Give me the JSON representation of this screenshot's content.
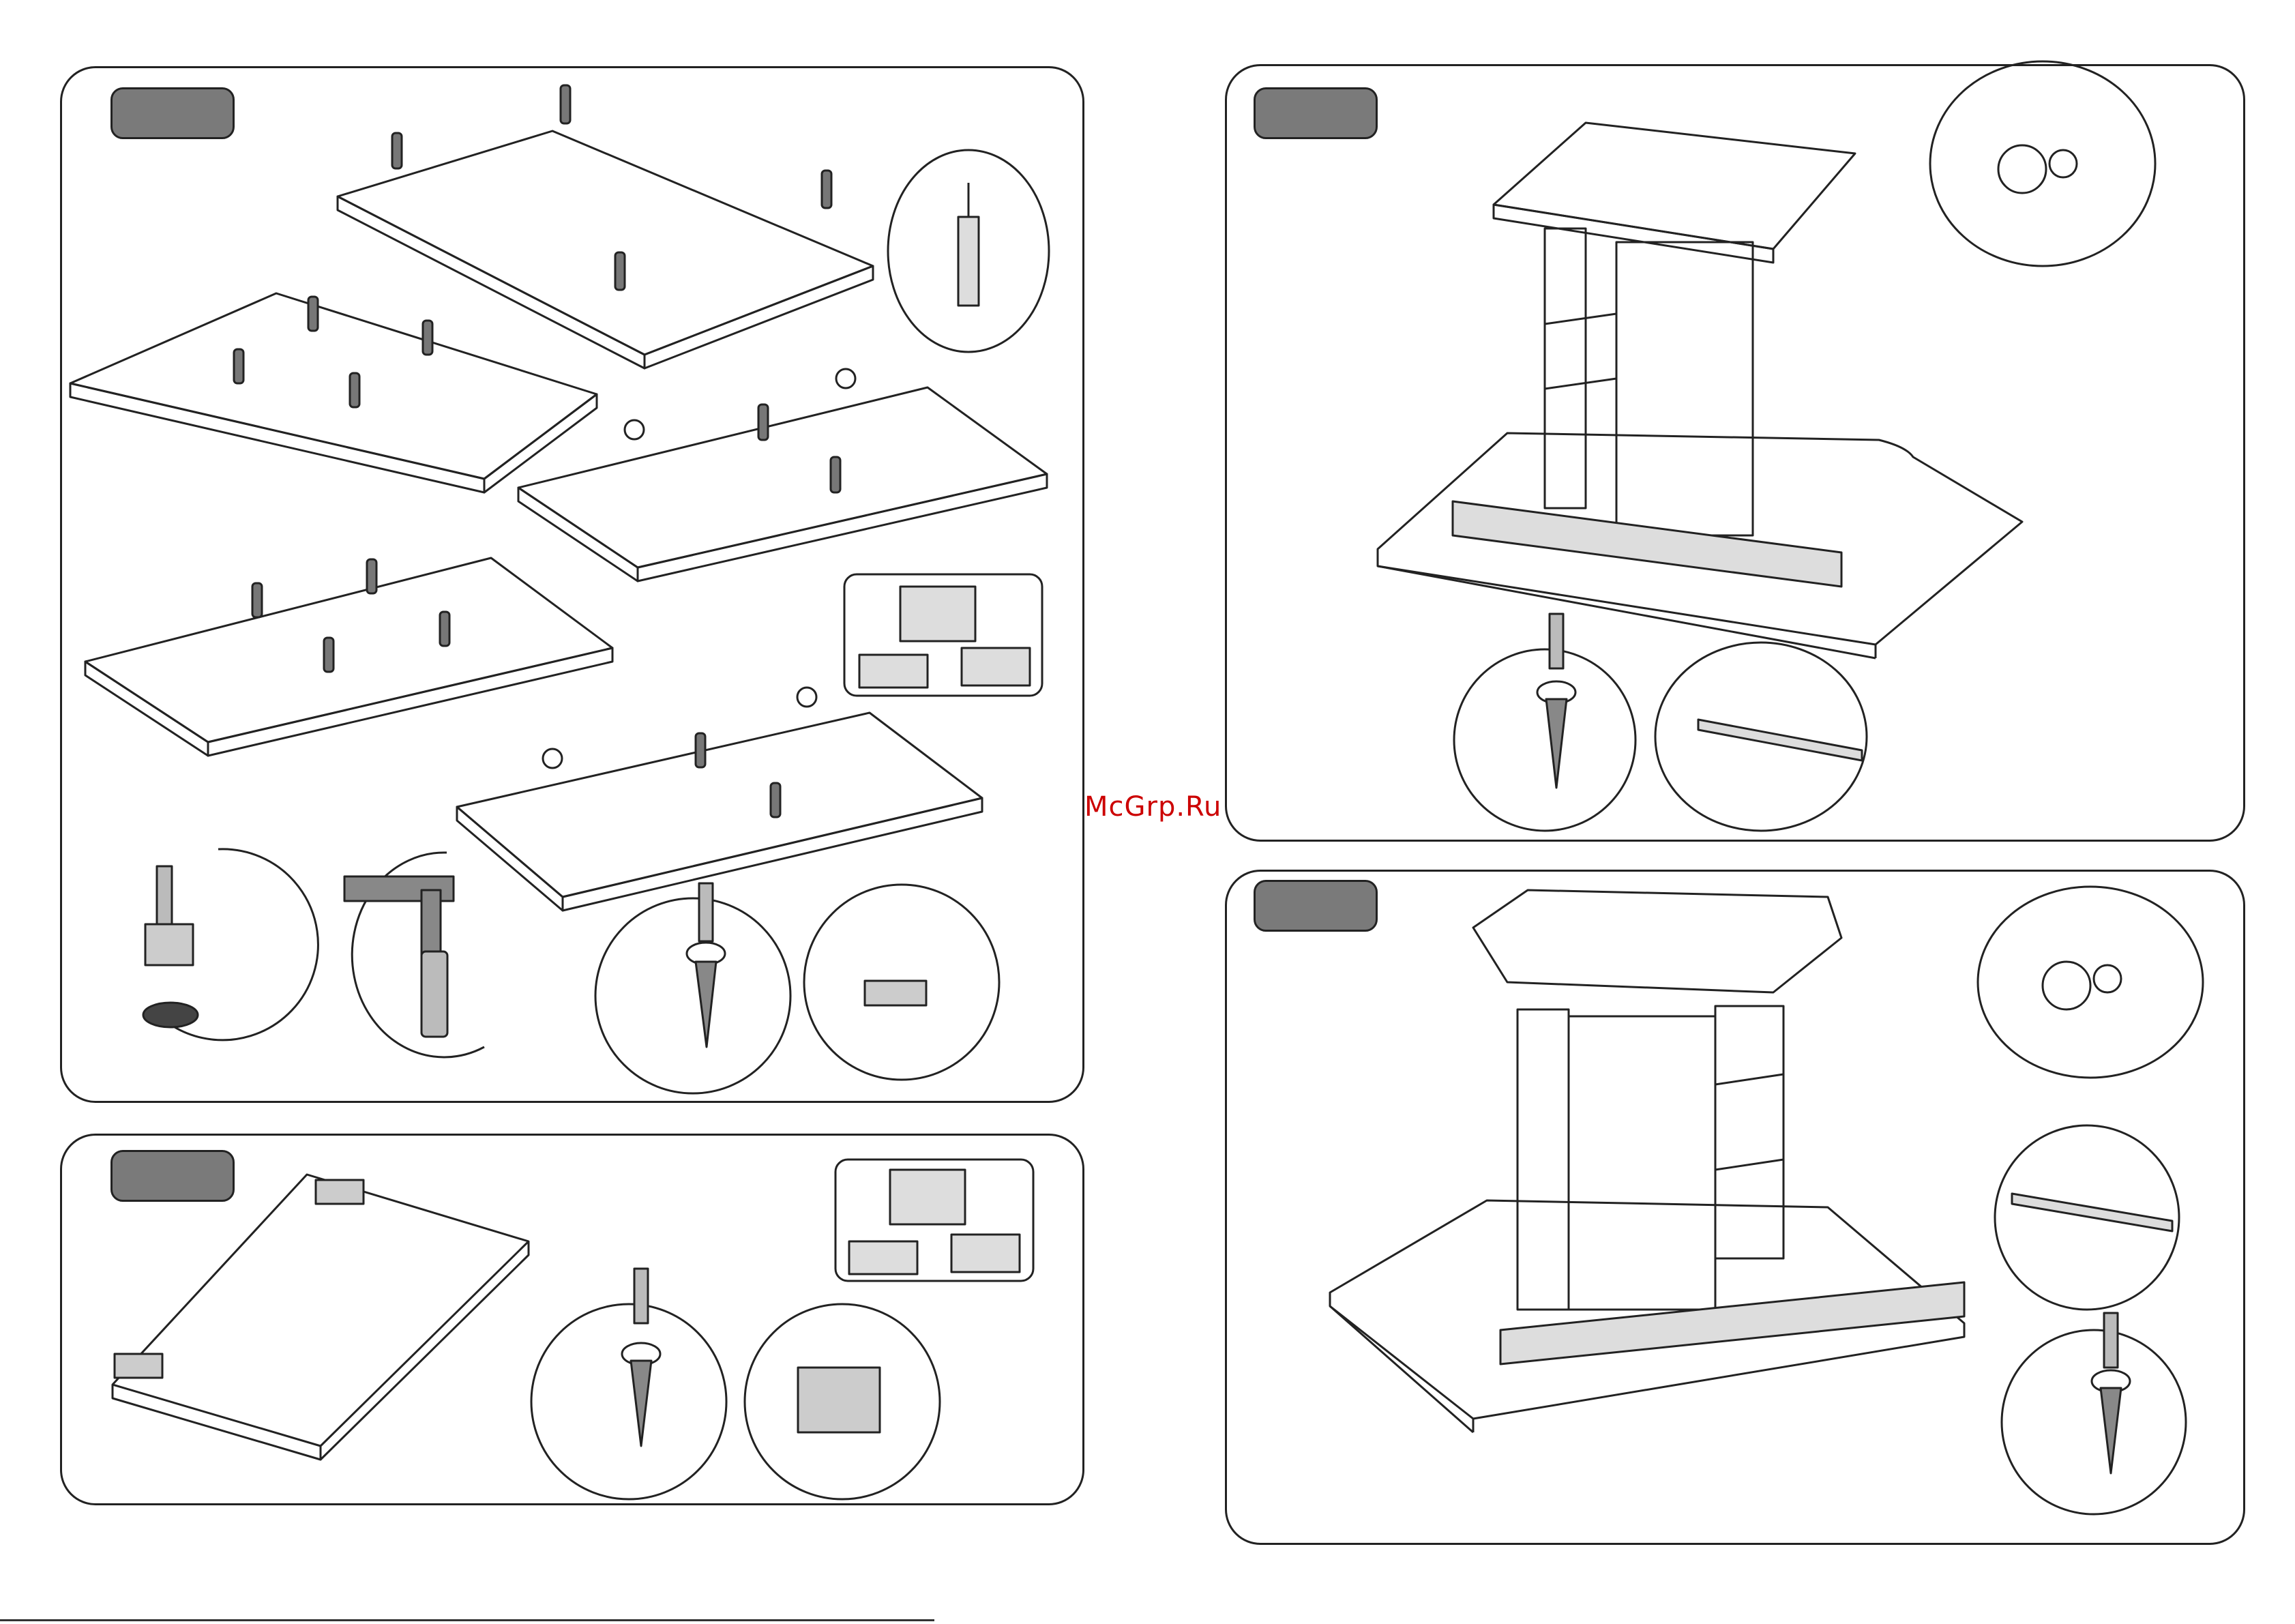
{
  "watermark": {
    "text": "McGrp.Ru"
  },
  "colors": {
    "tag_fill": "#7a7a7a",
    "line": "#222222",
    "watermark": "#cc0000"
  },
  "panels": [
    {
      "id": "panel-shelves-dowels",
      "step_label": ""
    },
    {
      "id": "panel-door-hinges",
      "step_label": ""
    },
    {
      "id": "panel-assembly-a",
      "step_label": ""
    },
    {
      "id": "panel-assembly-b",
      "step_label": ""
    }
  ],
  "icons": [
    "dowel-icon",
    "cam-lock-icon",
    "screw-icon",
    "hammer-icon",
    "screwdriver-icon",
    "hinge-icon",
    "rail-icon",
    "cam-bolt-icon"
  ]
}
